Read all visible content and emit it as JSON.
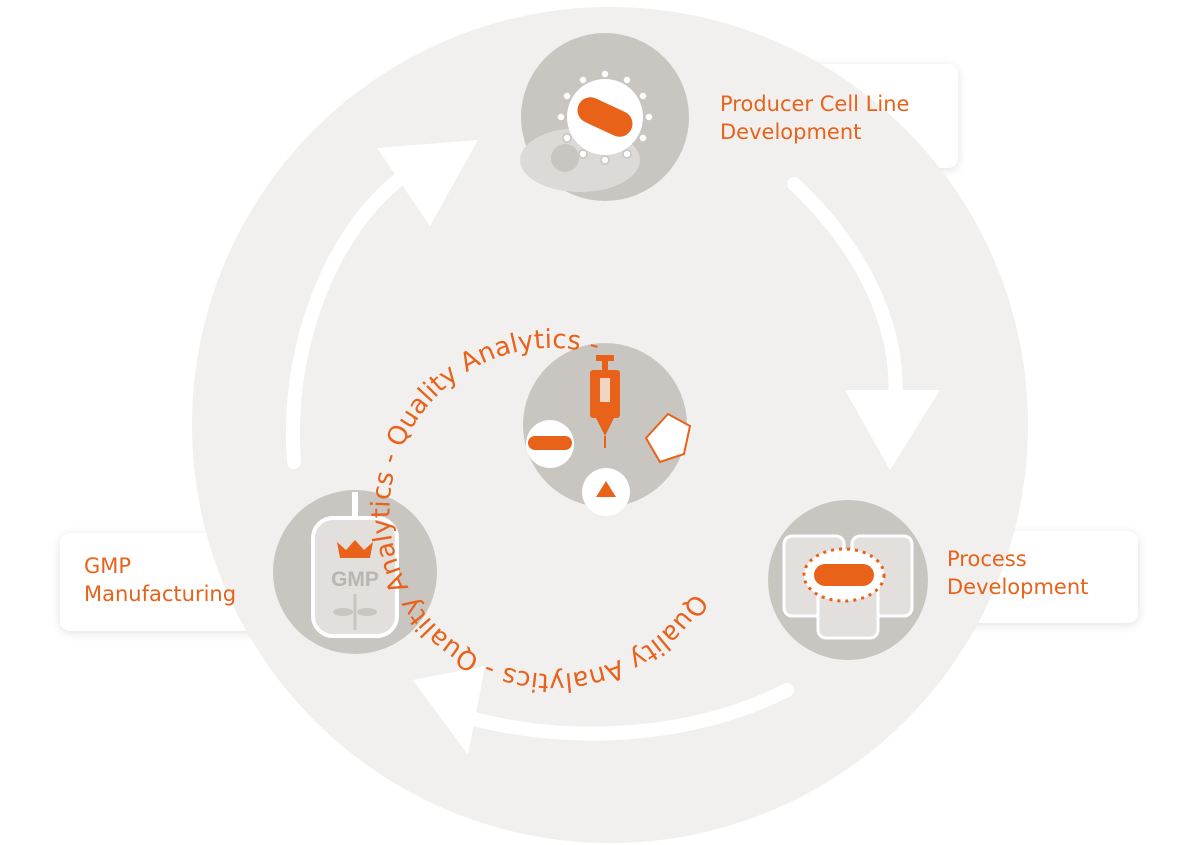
{
  "diagram": {
    "steps": [
      {
        "id": "producer",
        "line1": "Producer Cell Line",
        "line2": "Development"
      },
      {
        "id": "process",
        "line1": "Process",
        "line2": "Development"
      },
      {
        "id": "gmp",
        "line1": "GMP",
        "line2": "Manufacturing"
      }
    ],
    "gmp_badge": "GMP",
    "ring_text": "Quality Analytics - Quality Analytics - Quality Analytics - ",
    "colors": {
      "accent": "#e8621a",
      "ring_bg": "#f1f0ee",
      "node_bg": "#c9c5c1",
      "arrow": "#ffffff"
    }
  }
}
